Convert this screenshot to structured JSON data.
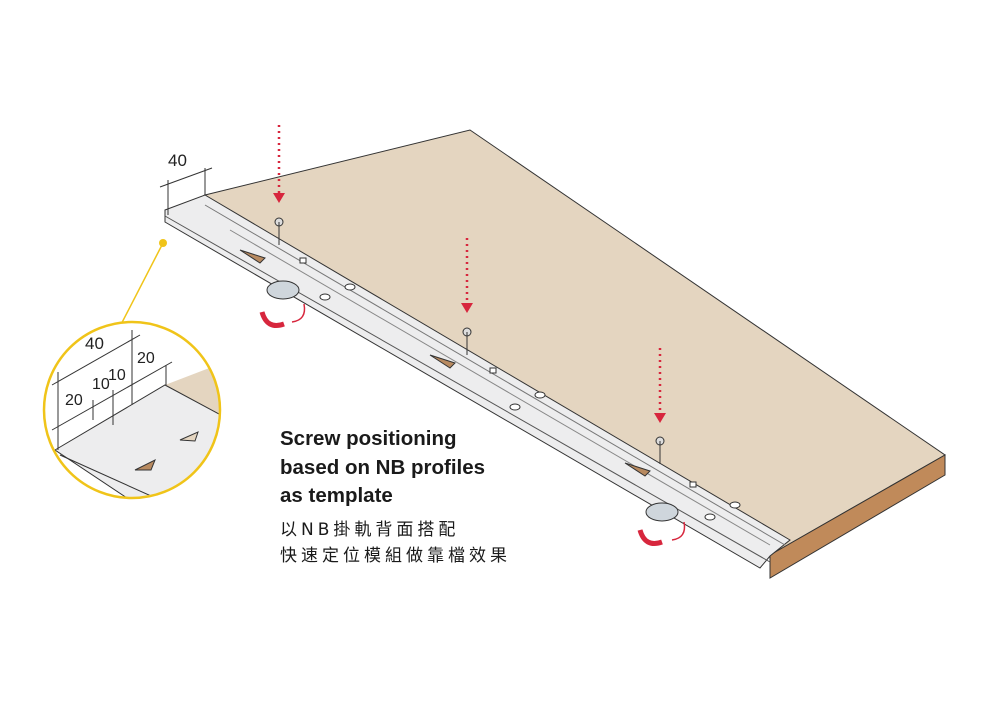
{
  "dimensions": {
    "main_width": "40",
    "detail_total": "40",
    "detail_a": "20",
    "detail_b": "10",
    "detail_c": "10",
    "detail_d": "20"
  },
  "caption": {
    "english": [
      "Screw positioning",
      "based on NB profiles",
      "as template"
    ],
    "chinese": [
      "以NB掛軌背面搭配",
      "快速定位模組做靠檔效果"
    ]
  },
  "colors": {
    "board_top": "#e4d5c0",
    "board_edge": "#c08a5a",
    "rail": "#e8e8ea",
    "arrow": "#d7263d",
    "callout": "#f0c419"
  }
}
